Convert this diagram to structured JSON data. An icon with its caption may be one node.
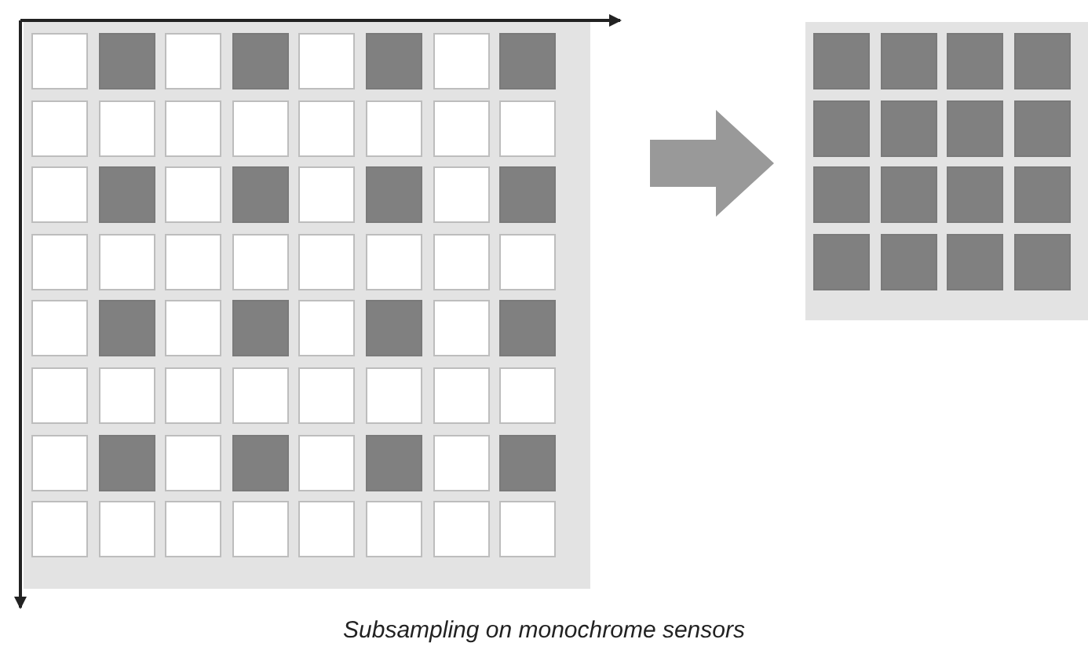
{
  "diagram": {
    "caption": "Subsampling on monochrome sensors",
    "nodes": [
      {
        "text": [],
        "shape": "box"
      },
      {
        "text": [],
        "shape": "box"
      }
    ],
    "edges": [
      {
        "from": 0,
        "to": 1,
        "arrow": "to",
        "style": "thick"
      }
    ]
  }
}
